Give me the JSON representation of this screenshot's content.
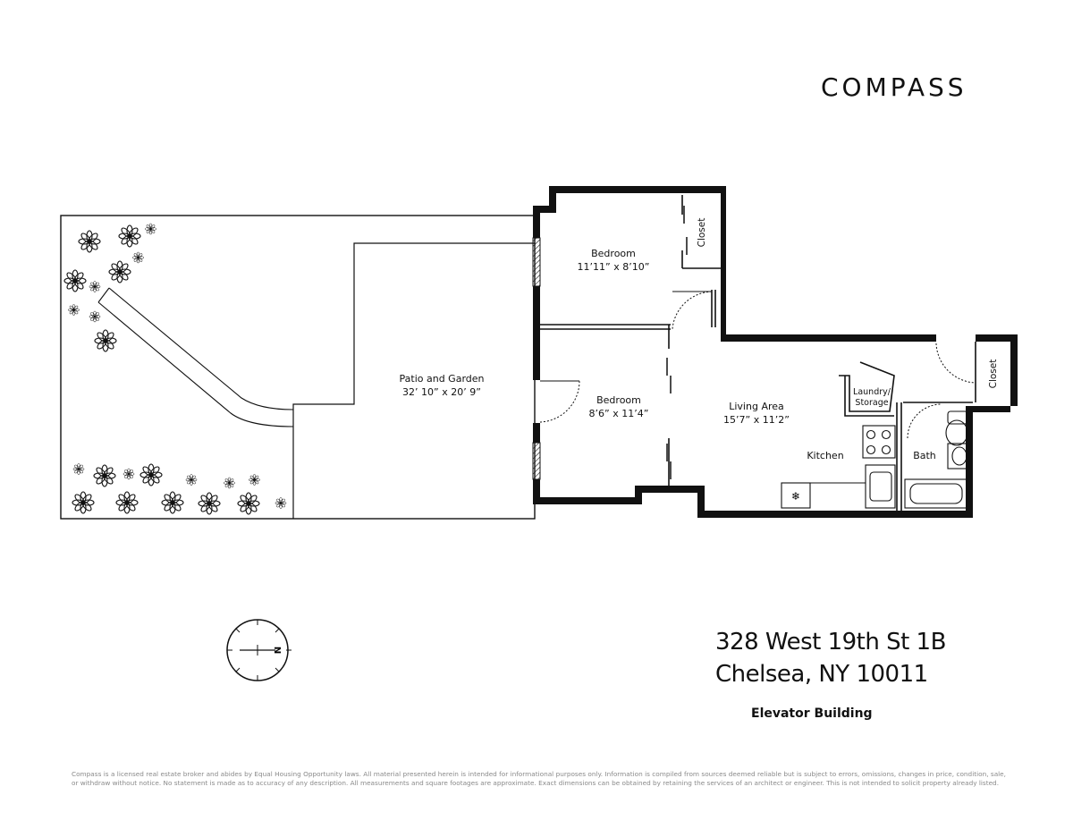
{
  "brand": {
    "name": "COMPASS"
  },
  "rooms": {
    "patio": {
      "name": "Patio and Garden",
      "dims": "32’ 10” x 20’ 9”"
    },
    "bedroom1": {
      "name": "Bedroom",
      "dims": "11’11” x 8’10”"
    },
    "bedroom2": {
      "name": "Bedroom",
      "dims": "8’6” x 11’4”"
    },
    "living": {
      "name": "Living Area",
      "dims": "15’7” x 11’2”"
    },
    "kitchen": {
      "name": "Kitchen"
    },
    "bath": {
      "name": "Bath"
    },
    "closet1": {
      "name": "Closet"
    },
    "closet2": {
      "name": "Closet"
    },
    "laundry": {
      "line1": "Laundry/",
      "line2": "Storage"
    }
  },
  "compass_rose": {
    "north_letter": "N"
  },
  "listing": {
    "address_line1": "328 West 19th St 1B",
    "address_line2": "Chelsea, NY 10011",
    "building_type": "Elevator Building"
  },
  "disclaimer": "Compass is a licensed real estate broker and abides by Equal Housing Opportunity laws. All material presented herein is intended for informational purposes only. Information is compiled from sources deemed reliable but is subject to errors, omissions, changes in price, condition, sale, or withdraw without notice. No statement is made as to accuracy of any description. All measurements and square footages are approximate. Exact dimensions can be obtained by retaining the services of an architect or engineer. This is not intended to solicit property already listed."
}
